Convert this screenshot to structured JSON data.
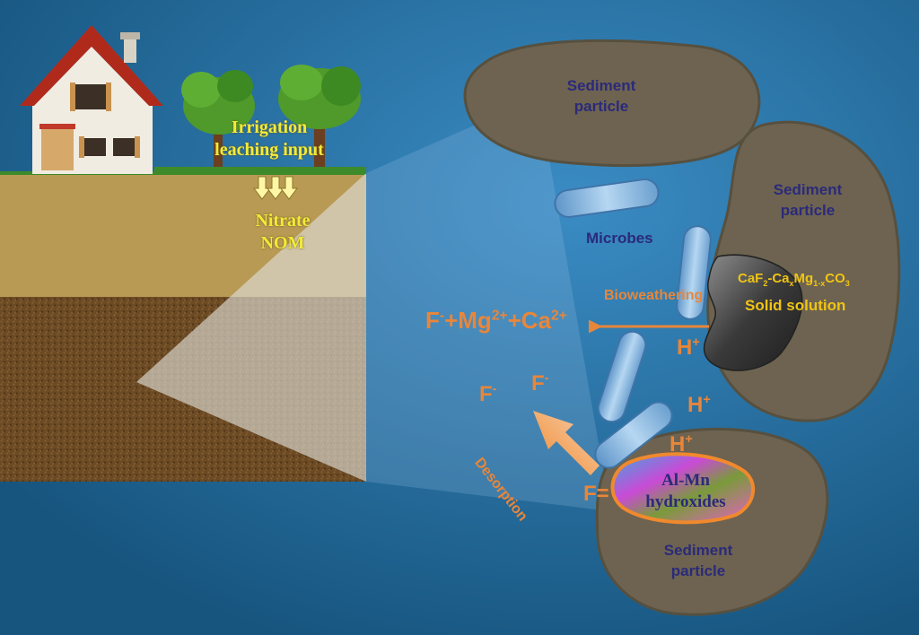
{
  "inputs": {
    "irrigation_line1": "Irrigation",
    "irrigation_line2": "leaching input",
    "nitrate": "Nitrate",
    "nom": "NOM"
  },
  "sediment_labels": {
    "top_line1": "Sediment",
    "top_line2": "particle",
    "right_line1": "Sediment",
    "right_line2": "particle",
    "bottom_line1": "Sediment",
    "bottom_line2": "particle"
  },
  "microbes_label": "Microbes",
  "bioweathering_label": "Bioweathering",
  "desorption_label": "Desorption",
  "solid_solution": {
    "formula_prefix": "CaF",
    "formula_sub1": "2",
    "formula_mid1": "-Ca",
    "formula_sub2": "x",
    "formula_mid2": "Mg",
    "formula_sub3": "1-x",
    "formula_mid3": "CO",
    "formula_sub4": "3",
    "name": "Solid solution"
  },
  "ions": {
    "f_base": "F",
    "f_charge": "-",
    "mg_part": "+Mg",
    "mg_charge": "2+",
    "ca_part": "+Ca",
    "ca_charge": "2+",
    "h_base": "H",
    "h_charge": "+",
    "free_f_base": "F",
    "free_f_charge": "-",
    "bound_f": "F="
  },
  "hydroxides": {
    "line1": "Al-Mn",
    "line2": "hydroxides"
  },
  "colors": {
    "water": "#1e6294",
    "soil_top": "#b89a55",
    "soil_deep": "#6b4a24",
    "sediment": "#6d6350",
    "orange_text": "#e8863a",
    "navy_text": "#2b2a7a",
    "yellow_text": "#f2ea3a"
  }
}
